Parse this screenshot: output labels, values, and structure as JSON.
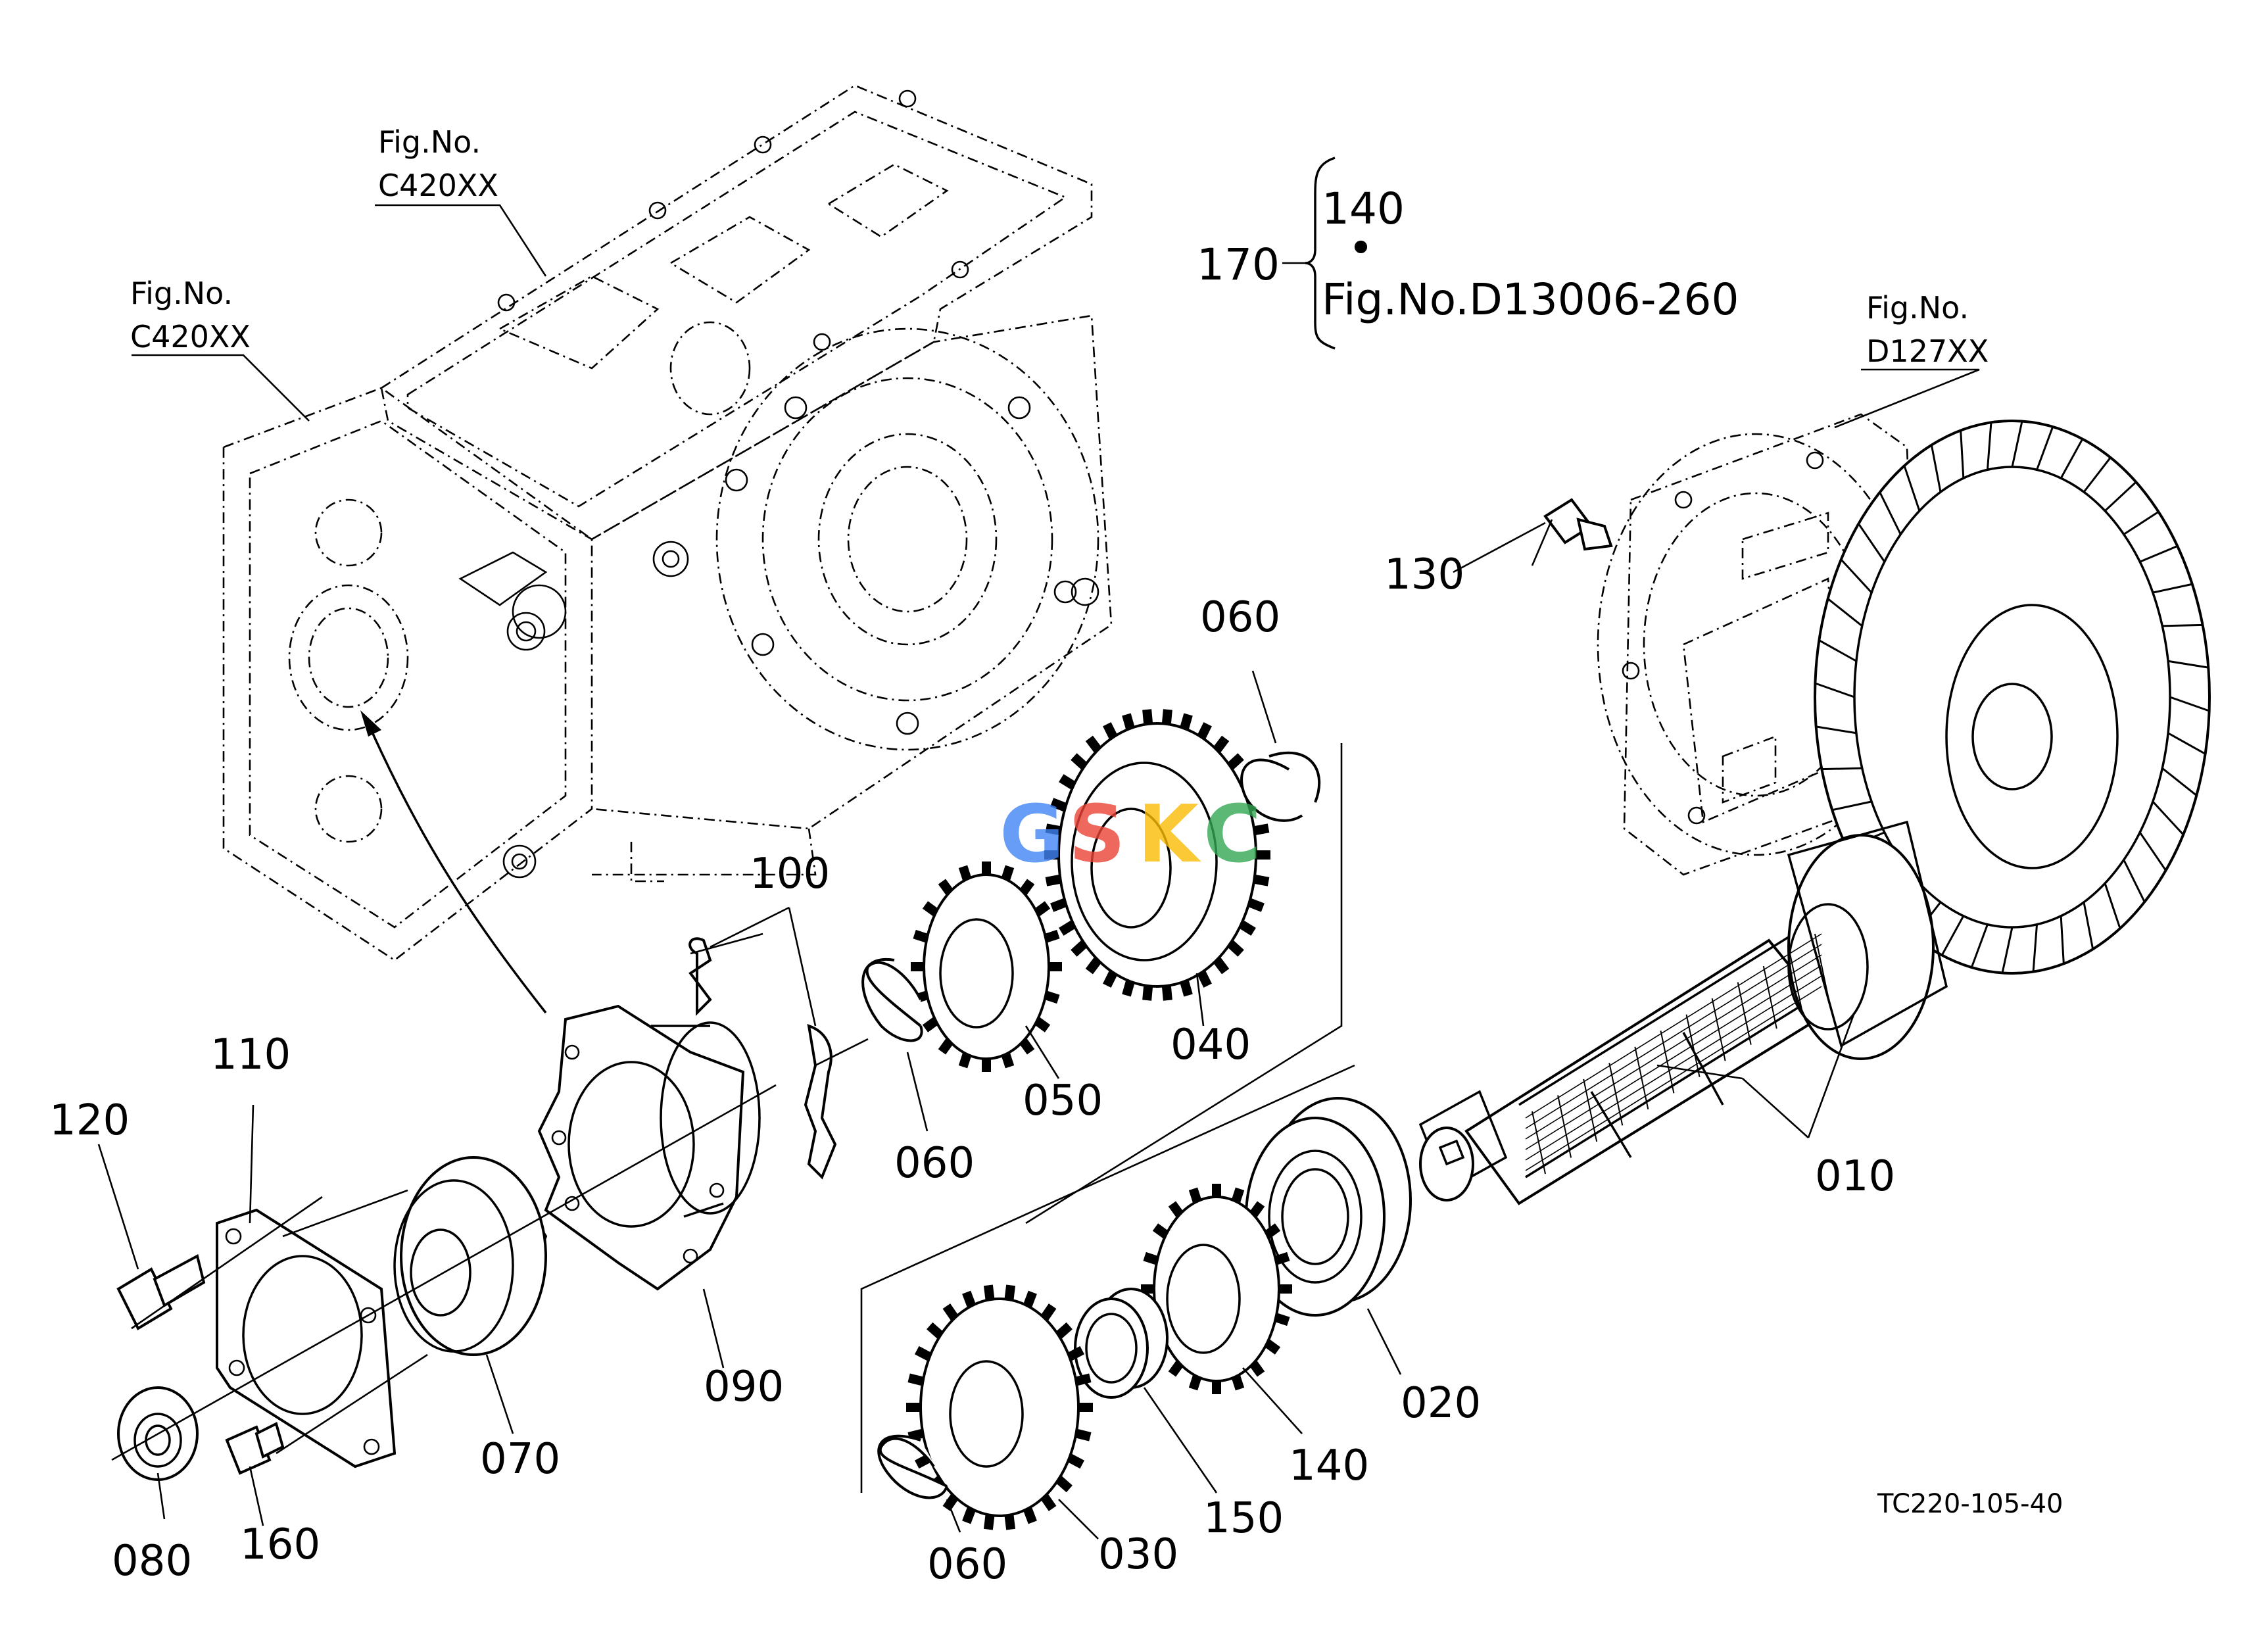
{
  "diagram": {
    "drawing_code": "TC220-105-40",
    "figure_refs": {
      "housing_top": {
        "line1": "Fig.No.",
        "line2": "C420XX"
      },
      "housing_left": {
        "line1": "Fig.No.",
        "line2": "C420XX"
      },
      "differential": {
        "line1": "Fig.No.",
        "line2": "D127XX"
      }
    },
    "bracket_group": {
      "label": "170",
      "item_top": "140",
      "bullet": "•",
      "item_bottom": "Fig.No.D13006-260"
    },
    "callouts": {
      "c010": "010",
      "c020": "020",
      "c030": "030",
      "c040": "040",
      "c050": "050",
      "c060_top": "060",
      "c060_mid": "060",
      "c060_bottom": "060",
      "c070": "070",
      "c080": "080",
      "c090": "090",
      "c100": "100",
      "c110": "110",
      "c120": "120",
      "c130": "130",
      "c140": "140",
      "c150": "150",
      "c160": "160"
    },
    "watermark": {
      "letters": [
        "G",
        "S",
        "K",
        "C"
      ],
      "colors": [
        "#4285F4",
        "#EA4335",
        "#FBBC05",
        "#34A853"
      ]
    }
  }
}
